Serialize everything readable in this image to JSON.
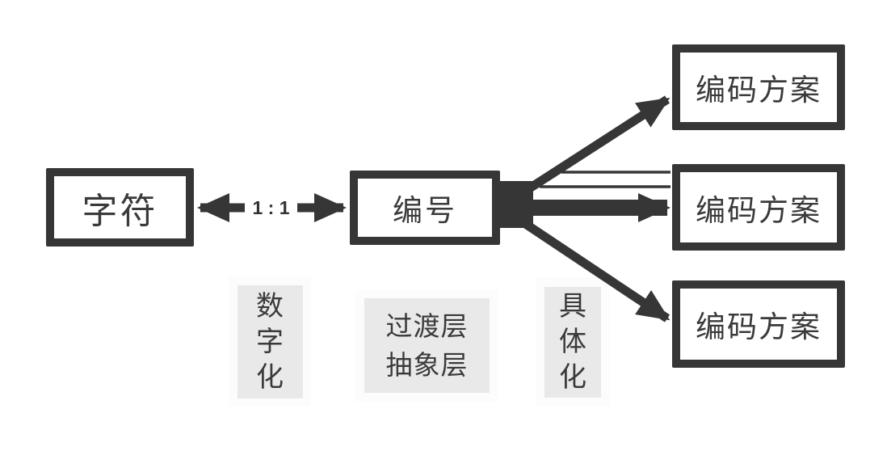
{
  "diagram": {
    "nodes": {
      "char": {
        "label": "字符"
      },
      "number": {
        "label": "编号"
      },
      "scheme_top": {
        "label": "编码方案"
      },
      "scheme_middle": {
        "label": "编码方案"
      },
      "scheme_bottom": {
        "label": "编码方案"
      }
    },
    "edges": {
      "char_number_ratio": "1 : 1"
    },
    "annotations": {
      "digitize": {
        "label": "数字化"
      },
      "layers": {
        "line1": "过渡层",
        "line2": "抽象层"
      },
      "concretize": {
        "label": "具体化"
      }
    },
    "colors": {
      "stroke": "#363636",
      "node_fill": "#ffffff",
      "annotation_fill": "#e9e9e9",
      "text": "#3a3a3a",
      "background": "#ffffff"
    }
  }
}
